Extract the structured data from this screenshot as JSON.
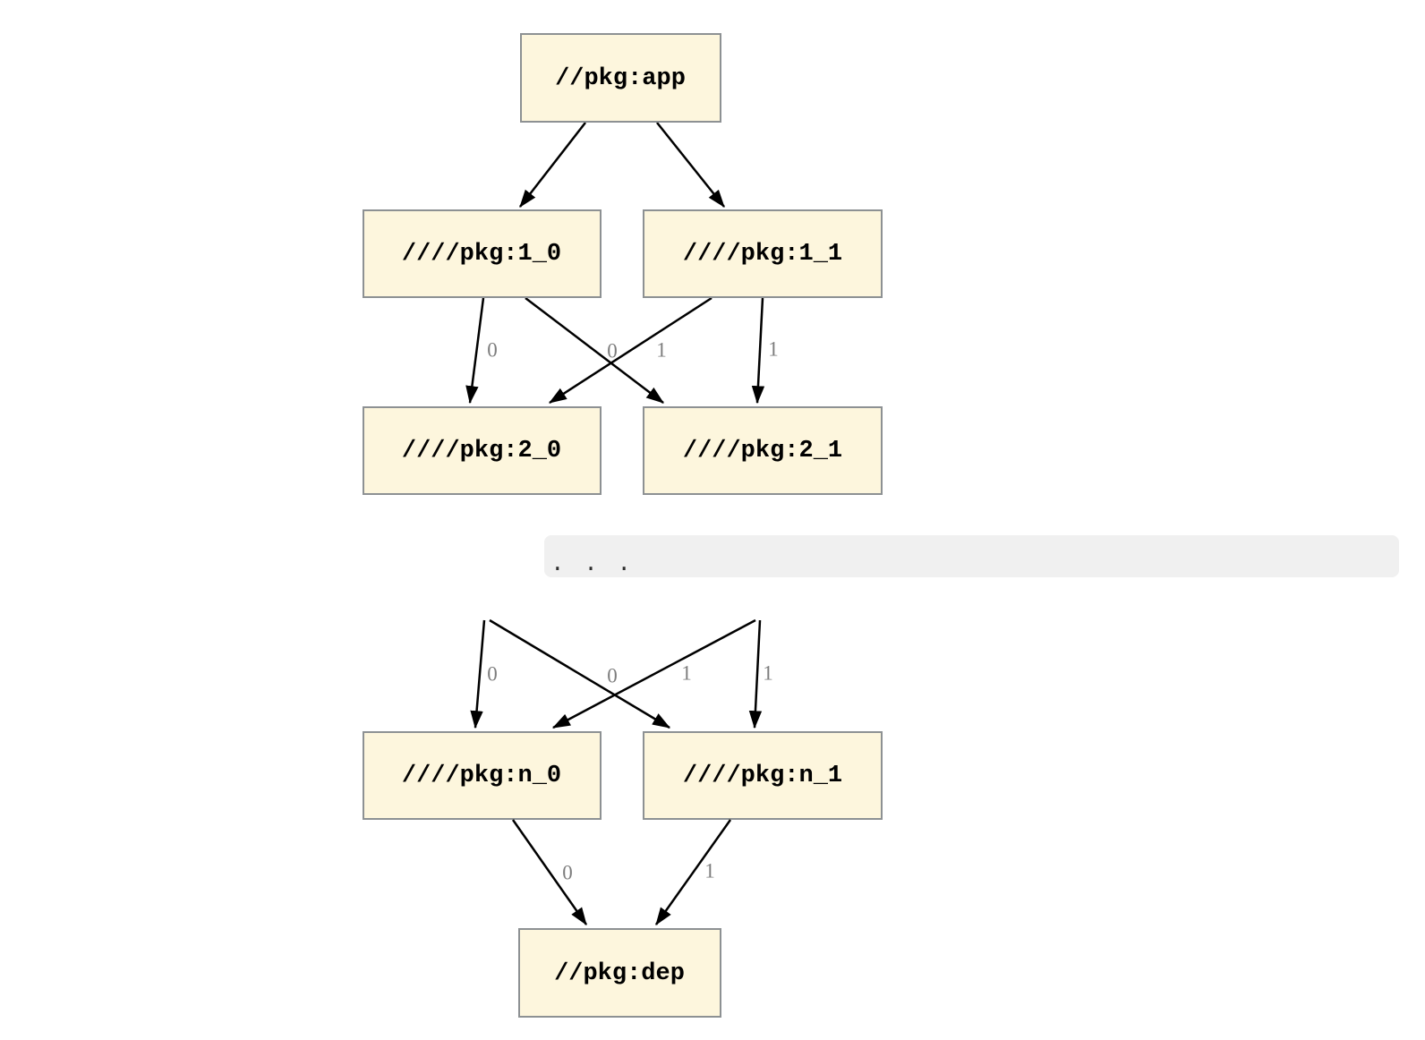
{
  "figure": {
    "type": "dependency-graph",
    "colors": {
      "page-bg": "#ffffff",
      "node-fill": "#fdf6dd",
      "node-border": "#8d9193",
      "node-text": "#000000",
      "edge": "#000000",
      "edge-label": "#7d7d7d",
      "separator-bg": "#f0f0f0",
      "separator-text": "#2e2e2e"
    },
    "nodes": {
      "app": {
        "label": "//pkg:app"
      },
      "l1_0": {
        "label": "////pkg:1_0"
      },
      "l1_1": {
        "label": "////pkg:1_1"
      },
      "l2_0": {
        "label": "////pkg:2_0"
      },
      "l2_1": {
        "label": "////pkg:2_1"
      },
      "ln_0": {
        "label": "////pkg:n_0"
      },
      "ln_1": {
        "label": "////pkg:n_1"
      },
      "dep": {
        "label": "//pkg:dep"
      }
    },
    "edge_labels": {
      "level2": [
        "0",
        "0",
        "1",
        "1"
      ],
      "level_n": [
        "0",
        "0",
        "1",
        "1"
      ],
      "dep": [
        "0",
        "1"
      ]
    },
    "separator": ". . ."
  }
}
